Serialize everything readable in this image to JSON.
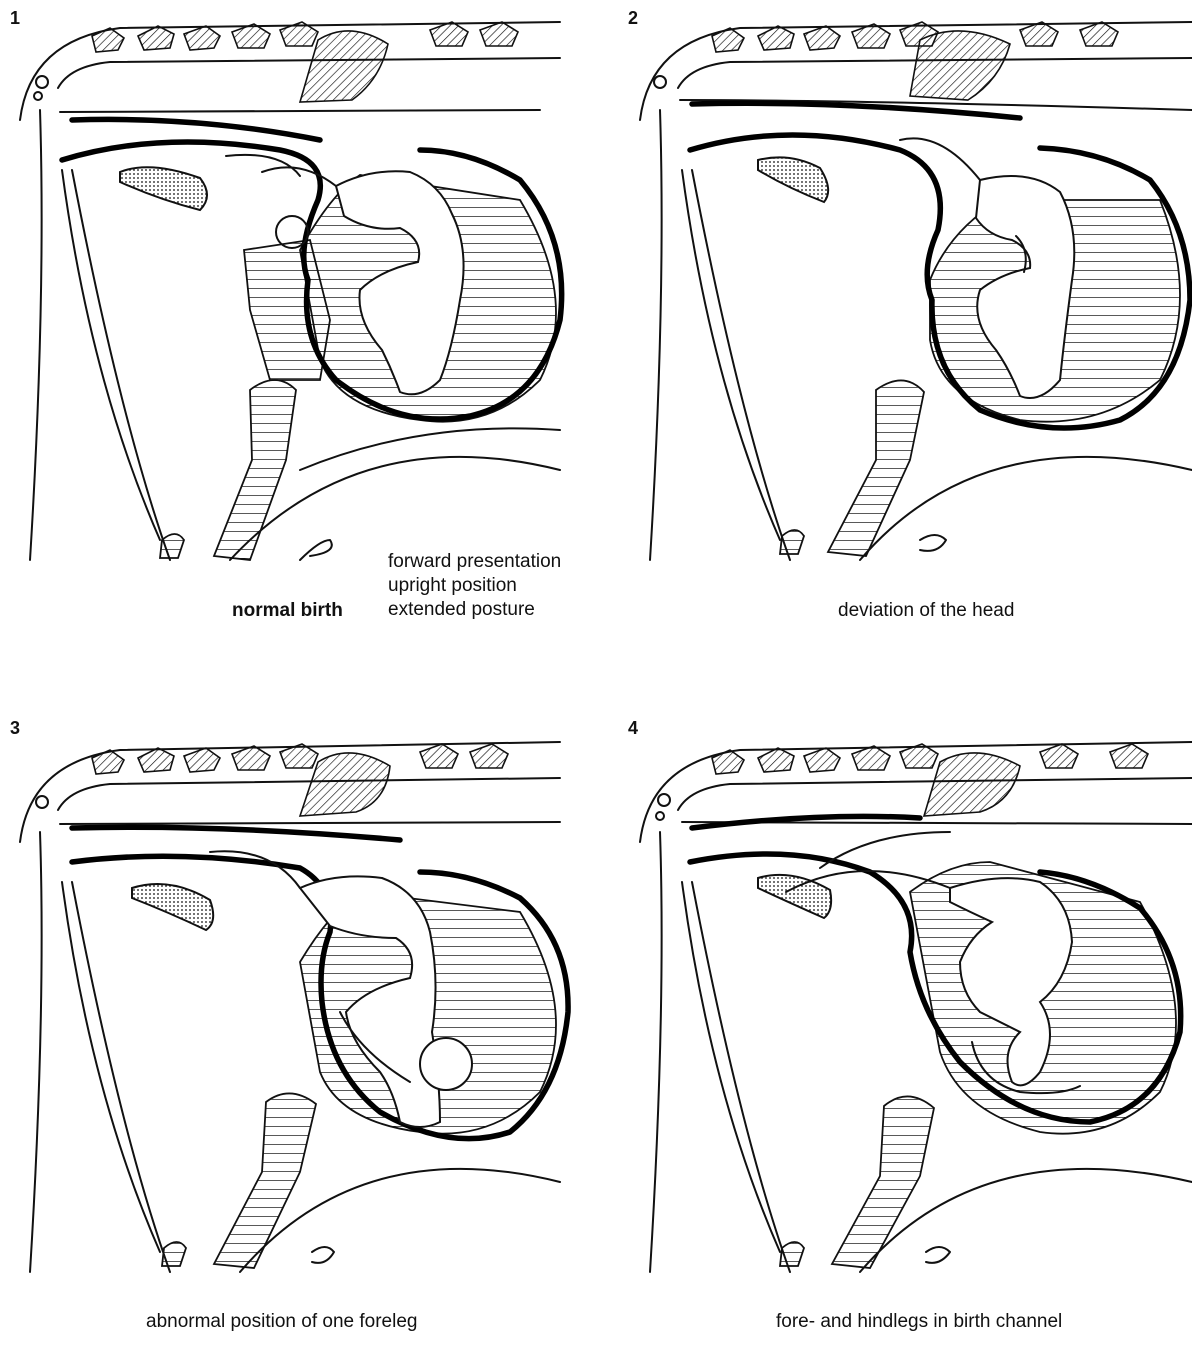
{
  "panels": [
    {
      "number": "1",
      "title": "normal birth",
      "notes": [
        "forward presentation",
        "upright position",
        "extended posture"
      ]
    },
    {
      "number": "2",
      "title": "deviation of the head"
    },
    {
      "number": "3",
      "title": "abnormal position of one foreleg"
    },
    {
      "number": "4",
      "title": "fore- and hindlegs in birth channel"
    }
  ]
}
